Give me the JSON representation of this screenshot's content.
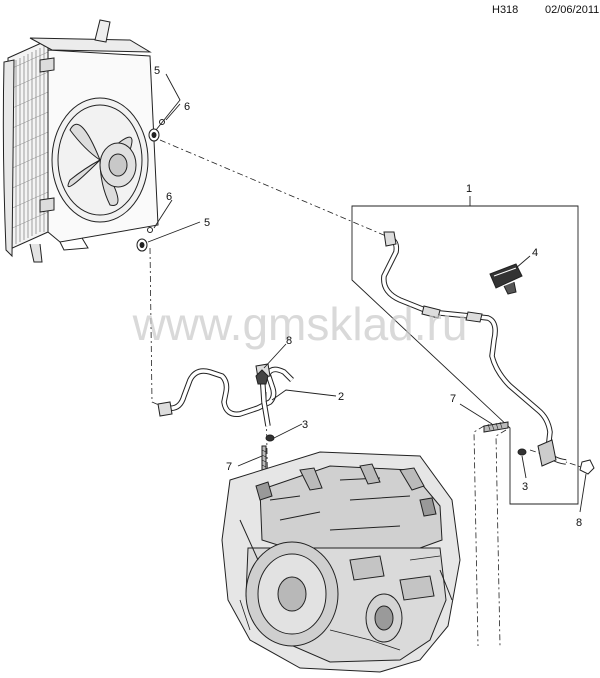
{
  "header": {
    "code": "H318",
    "date": "02/06/2011"
  },
  "watermark": "www.gmsklad.ru",
  "callouts": {
    "c1": "1",
    "c2": "2",
    "c3a": "3",
    "c3b": "3",
    "c4": "4",
    "c5a": "5",
    "c5b": "5",
    "c6a": "6",
    "c6b": "6",
    "c7a": "7",
    "c7b": "7",
    "c8a": "8",
    "c8b": "8"
  }
}
